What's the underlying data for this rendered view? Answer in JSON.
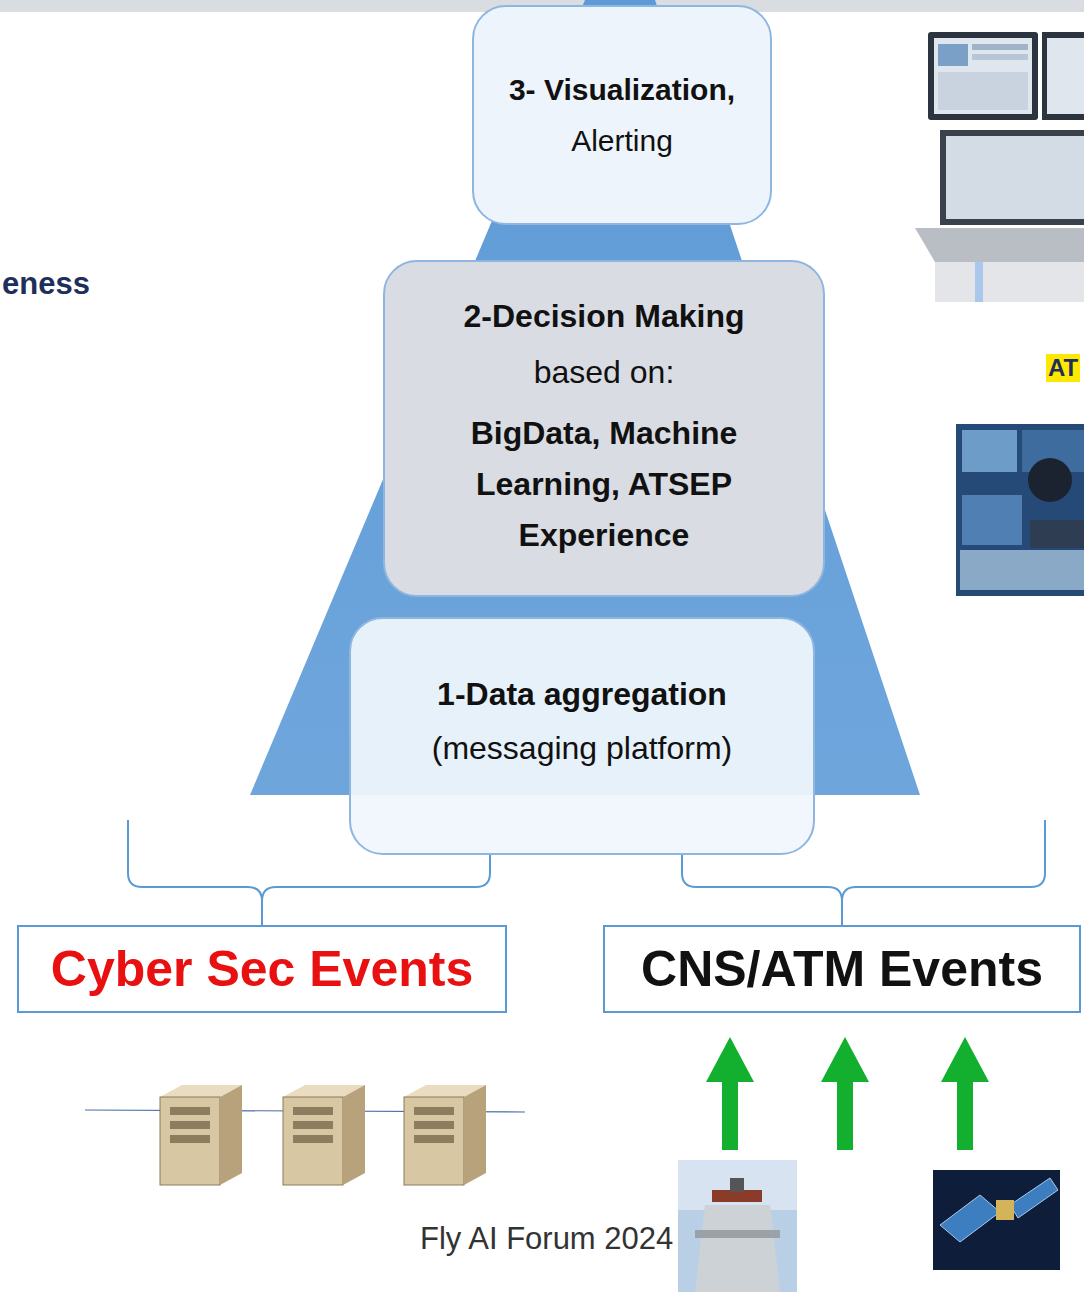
{
  "diagram": {
    "nodes": [
      {
        "text": [
          "3- Visualization,",
          "Alerting"
        ]
      },
      {
        "text": [
          "2-Decision Making",
          "based on:",
          "BigData, Machine Learning, ATSEP Experience"
        ]
      },
      {
        "text": [
          "1-Data aggregation",
          "(messaging platform)"
        ]
      },
      {
        "text": [
          "Cyber Sec Events"
        ]
      },
      {
        "text": [
          "CNS/ATM Events"
        ]
      }
    ],
    "edges": [
      {
        "from": 3,
        "to": 2,
        "arrow": "none"
      },
      {
        "from": 4,
        "to": 2,
        "arrow": "none"
      }
    ],
    "labels": [
      "eness",
      "AT",
      "Fly AI Forum 2024"
    ]
  }
}
